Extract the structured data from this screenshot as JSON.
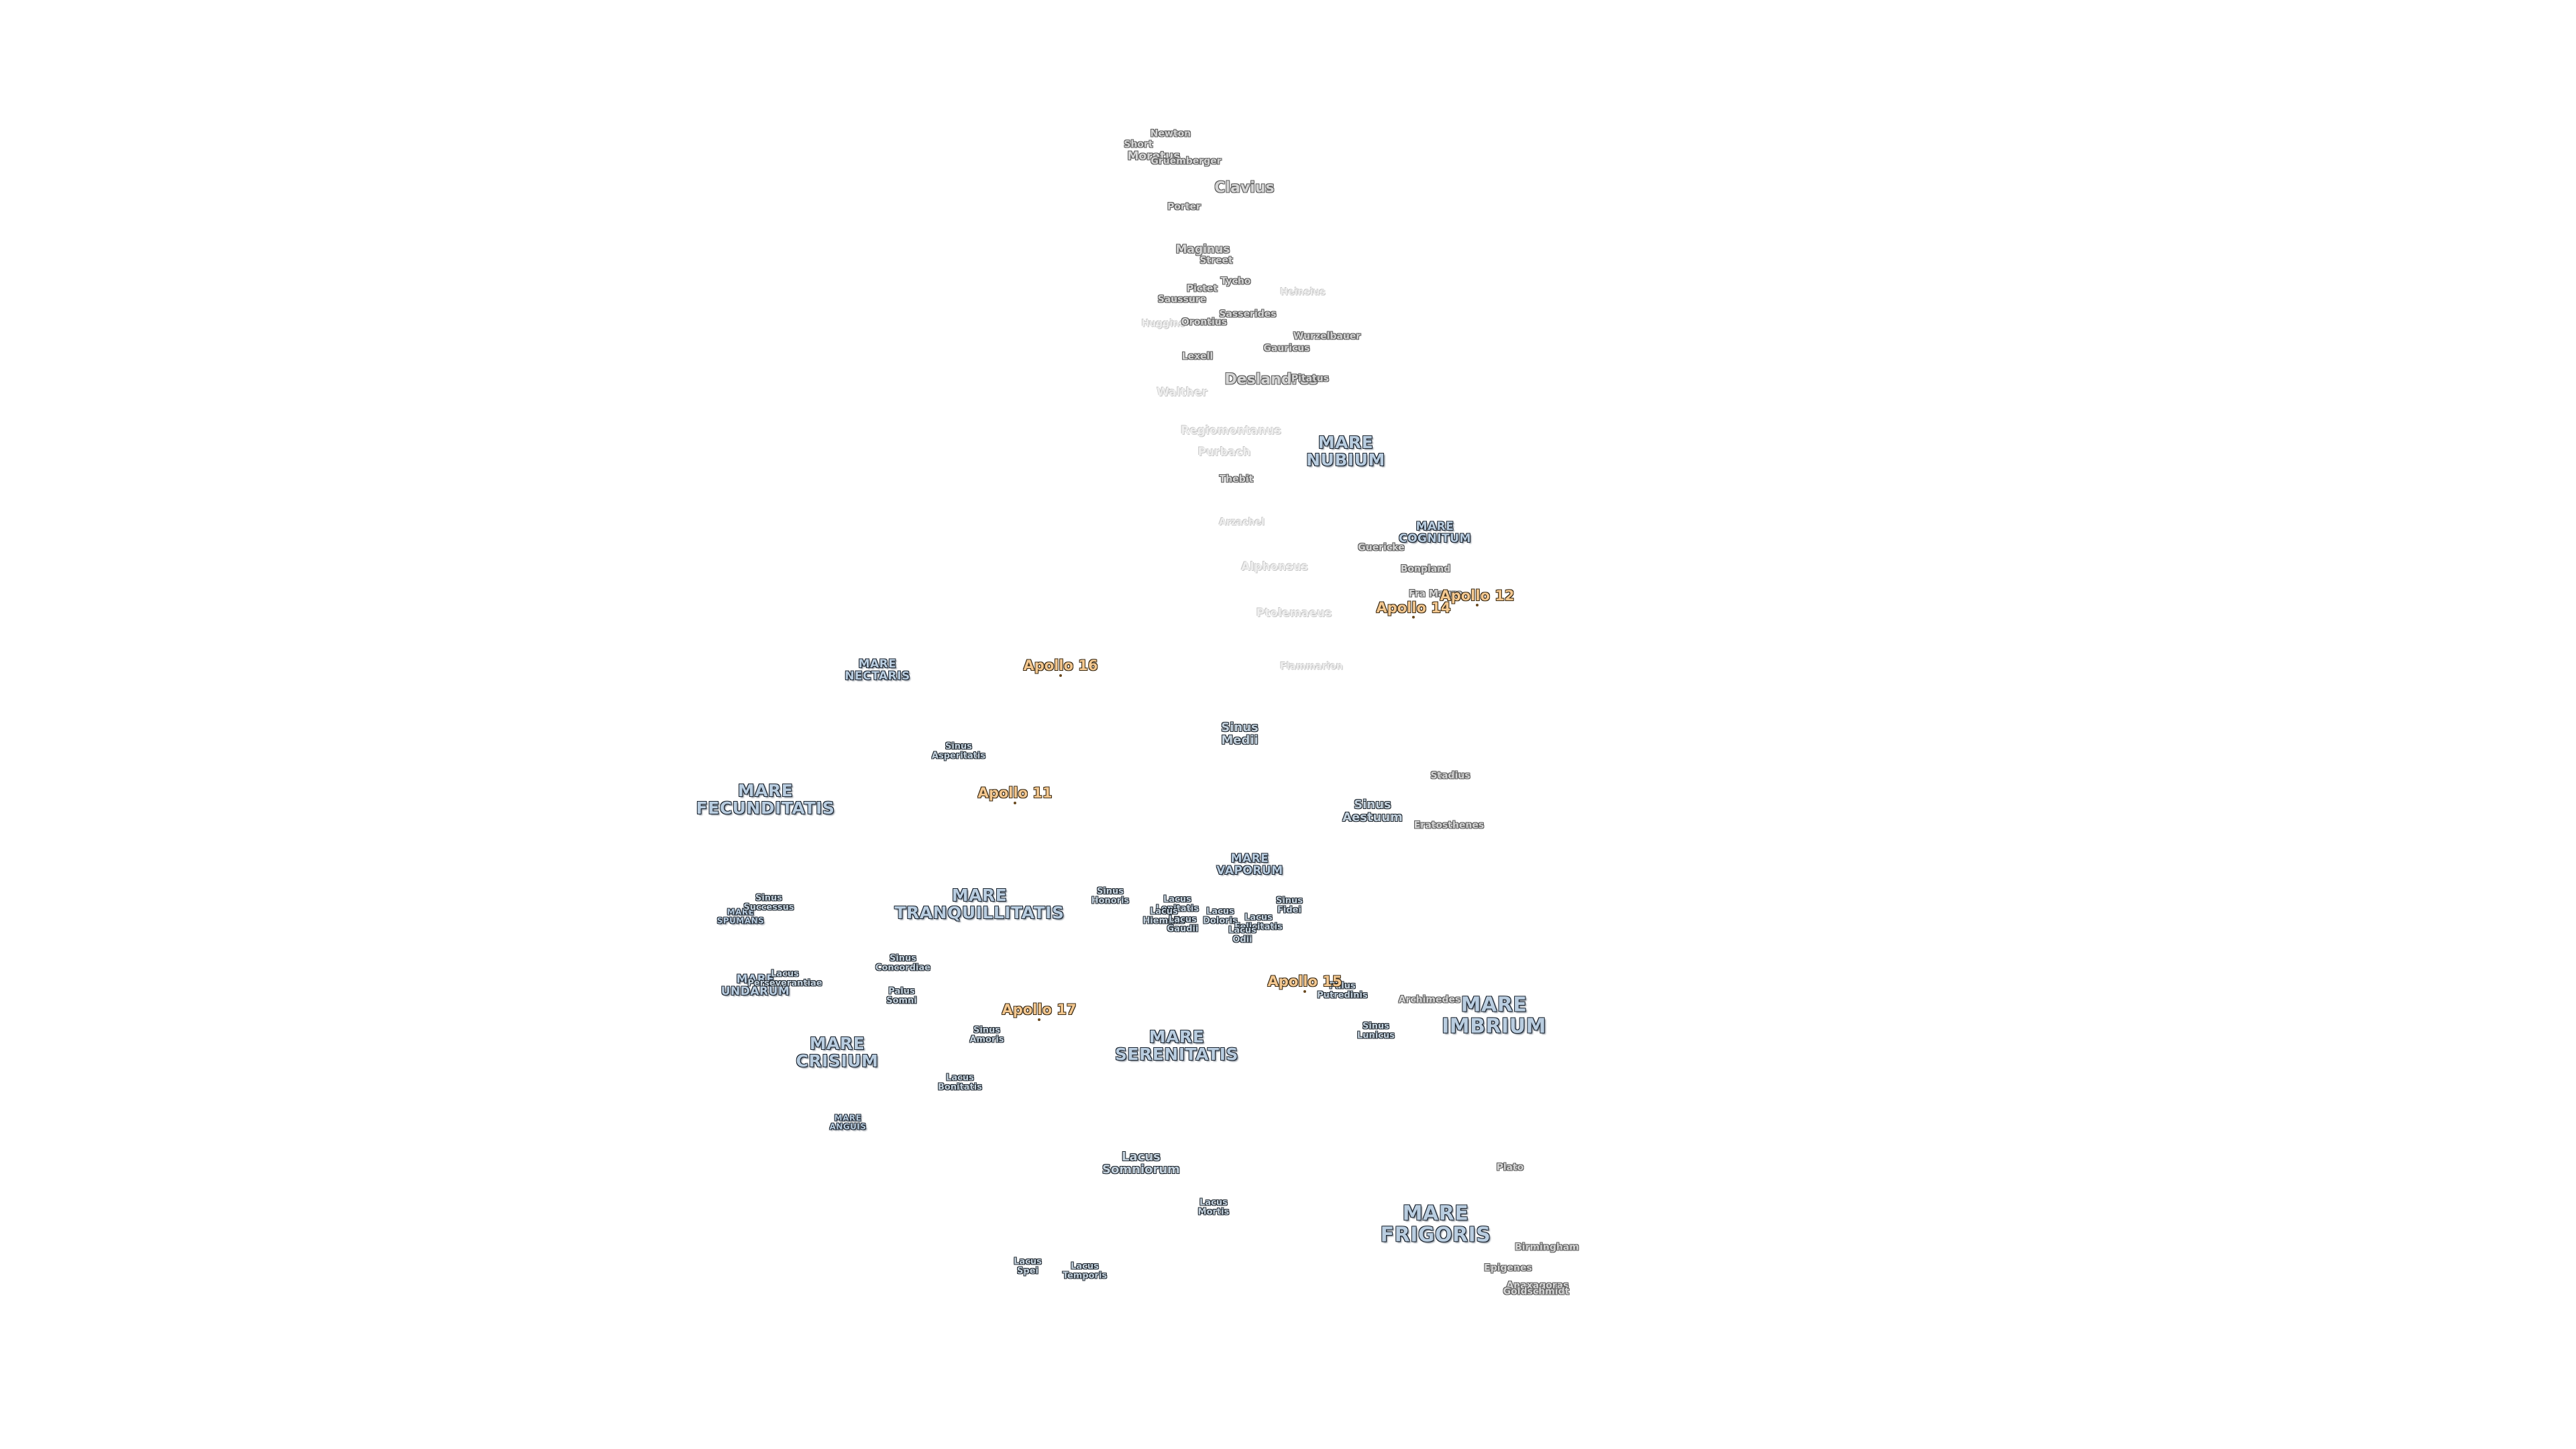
{
  "labels": {
    "newton": "Newton",
    "short": "Short",
    "moretus": "Moretus",
    "gruemberger": "Gruemberger",
    "clavius": "Clavius",
    "porter": "Porter",
    "maginus": "Maginus",
    "street": "Street",
    "tycho": "Tycho",
    "pictet": "Pictet",
    "saussure": "Saussure",
    "heinsius": "Heinsius",
    "huggins": "Huggins",
    "orontius": "Orontius",
    "sasserides": "Sasserides",
    "wurzelbauer": "Wurzelbauer",
    "gauricus": "Gauricus",
    "lexell": "Lexell",
    "deslandres": "Deslandres",
    "pitatus": "Pitatus",
    "walther": "Walther",
    "regiomontanus": "Regiomontanus",
    "purbach": "Purbach",
    "thebit": "Thebit",
    "arzachel": "Arzachel",
    "alphonsus": "Alphonsus",
    "ptolemaeus": "Ptolemaeus",
    "flammarion": "Flammarion",
    "guericke": "Guericke",
    "bonpland": "Bonpland",
    "fra_mauro": "Fra Mauro",
    "stadius": "Stadius",
    "eratosthenes": "Eratosthenes",
    "archimedes": "Archimedes",
    "plato": "Plato",
    "birmingham": "Birmingham",
    "epigenes": "Epigenes",
    "anaxagoras": "Anaxagoras",
    "goldschmidt": "Goldschmidt",
    "mare_nubium": [
      "MARE",
      "NUBIUM"
    ],
    "mare_cognitum": [
      "MARE",
      "COGNITUM"
    ],
    "mare_nectaris": [
      "MARE",
      "NECTARIS"
    ],
    "mare_fecunditatis": [
      "MARE",
      "FECUNDITATIS"
    ],
    "mare_tranquillitatis": [
      "MARE",
      "TRANQUILLITATIS"
    ],
    "mare_vaporum": [
      "MARE",
      "VAPORUM"
    ],
    "mare_spumans": [
      "MARE",
      "SPUMANS"
    ],
    "mare_undarum": [
      "MARE",
      "UNDARUM"
    ],
    "mare_crisium": [
      "MARE",
      "CRISIUM"
    ],
    "mare_serenitatis": [
      "MARE",
      "SERENITATIS"
    ],
    "mare_imbrium": [
      "MARE",
      "IMBRIUM"
    ],
    "mare_anguis": [
      "MARE",
      "ANGUIS"
    ],
    "mare_frigoris": [
      "MARE",
      "FRIGORIS"
    ],
    "sinus_asperitatis": [
      "Sinus",
      "Asperitatis"
    ],
    "sinus_medii": [
      "Sinus",
      "Medii"
    ],
    "sinus_aestuum": [
      "Sinus",
      "Aestuum"
    ],
    "sinus_successus": [
      "Sinus",
      "Successus"
    ],
    "sinus_honoris": [
      "Sinus",
      "Honoris"
    ],
    "sinus_fidei": [
      "Sinus",
      "Fidei"
    ],
    "sinus_concordiae": [
      "Sinus",
      "Concordiae"
    ],
    "sinus_amoris": [
      "Sinus",
      "Amoris"
    ],
    "sinus_lunicus": [
      "Sinus",
      "Lunicus"
    ],
    "lacus_lenitatis": [
      "Lacus",
      "Lenitatis"
    ],
    "lacus_hiemalis": [
      "Lacus",
      "Hiemalis"
    ],
    "lacus_gaudii": [
      "Lacus",
      "Gaudii"
    ],
    "lacus_doloris": [
      "Lacus",
      "Doloris"
    ],
    "lacus_felicitatis": [
      "Lacus",
      "Felicitatis"
    ],
    "lacus_odii": [
      "Lacus",
      "Odii"
    ],
    "lacus_perseverantiae": [
      "Lacus",
      "Perseverantiae"
    ],
    "lacus_bonitatis": [
      "Lacus",
      "Bonitatis"
    ],
    "lacus_somniorum": [
      "Lacus",
      "Somniorum"
    ],
    "lacus_mortis": [
      "Lacus",
      "Mortis"
    ],
    "lacus_spei": [
      "Lacus",
      "Spei"
    ],
    "lacus_temporis": [
      "Lacus",
      "Temporis"
    ],
    "palus_somni": [
      "Palus",
      "Somni"
    ],
    "palus_putredinis": [
      "Palus",
      "Putredinis"
    ],
    "apollo_12": "Apollo 12",
    "apollo_14": "Apollo 14",
    "apollo_16": "Apollo 16",
    "apollo_11": "Apollo 11",
    "apollo_17": "Apollo 17",
    "apollo_15": "Apollo 15"
  },
  "colors": {
    "mare_text": "#b9cde0",
    "crater_text": "#d6d6d6",
    "apollo_text": "#f4c890",
    "background": "#ffffff"
  }
}
